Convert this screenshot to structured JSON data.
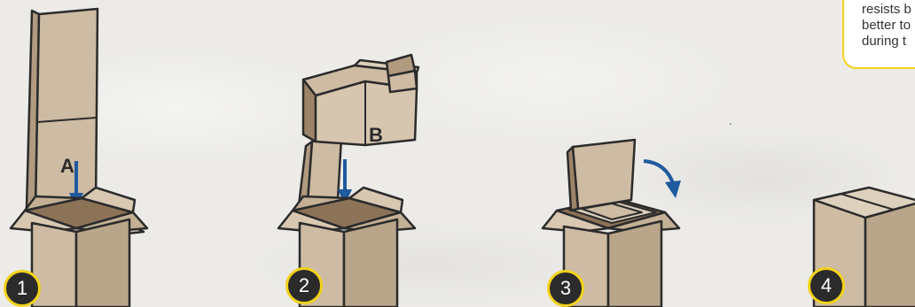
{
  "insert_labels": {
    "a": "A",
    "b": "B"
  },
  "steps": [
    "1",
    "2",
    "3",
    "4"
  ],
  "tip_lines": [
    "resists b",
    "better to",
    "during t"
  ],
  "colors": {
    "cardboard": "#cdbba3",
    "cardboard_dark": "#b09a80",
    "cardboard_light": "#ddd0bd",
    "arrow_blue": "#1f5a9e",
    "badge_ring": "#f2d21b",
    "badge_fill": "#2b2b2b"
  },
  "icons": [
    "down-arrow-icon",
    "curved-arrow-icon"
  ]
}
